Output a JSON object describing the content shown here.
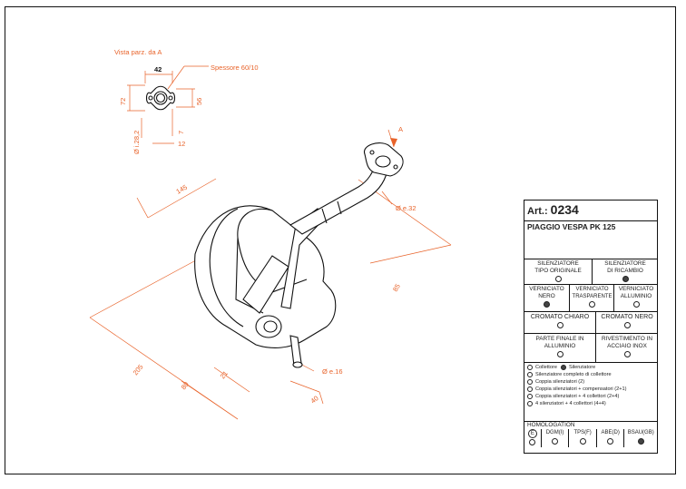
{
  "drawing": {
    "view_label": "Vista parz. da A",
    "thickness_label": "Spessore 60/10",
    "dim_42": "42",
    "dim_72": "72",
    "dim_56": "56",
    "dim_28": "Ø i.28,2",
    "dim_7": "7",
    "dim_12": "12",
    "dim_145": "145",
    "dim_85": "85",
    "dim_205": "205",
    "dim_80": "80",
    "dim_21": "21",
    "dim_40": "40",
    "dim_e32": "Ø e.32",
    "dim_e16": "Ø e.16",
    "arrow_a": "A"
  },
  "title_block": {
    "art_prefix": "Art.:",
    "art_number": "0234",
    "model": "PIAGGIO VESPA PK 125",
    "silenziatore_originale": "SILENZIATORE TIPO ORIGINALE",
    "silenziatore_ricambio": "SILENZIATORE DI RICAMBIO",
    "verniciato_nero": "VERNICIATO NERO",
    "verniciato_trasparente": "VERNICIATO TRASPARENTE",
    "verniciato_alluminio": "VERNICIATO ALLUMINIO",
    "cromato_chiaro": "CROMATO CHIARO",
    "cromato_nero": "CROMATO NERO",
    "parte_finale": "PARTE FINALE IN ALLUMINIO",
    "rivestimento": "RIVESTIMENTO IN ACCIAIO INOX",
    "opt_collettore": "Collettore",
    "opt_silenziatore": "Silenziatore",
    "opt_completo": "Silenziatore completo di collettore",
    "opt_coppia": "Coppia silenziatori (2)",
    "opt_coppia_comp": "Coppia silenziatori + compensatori (2+1)",
    "opt_coppia_coll": "Coppia silenziatori + 4 collettori (2+4)",
    "opt_quattro": "4 silenziatori + 4 collettori (4+4)",
    "homologation": "HOMOLOGATION",
    "hom_e": "E",
    "hom_dgm": "DGM(I)",
    "hom_tps": "TPS(F)",
    "hom_abe": "ABE(D)",
    "hom_bsau": "BSAU(GB)"
  }
}
